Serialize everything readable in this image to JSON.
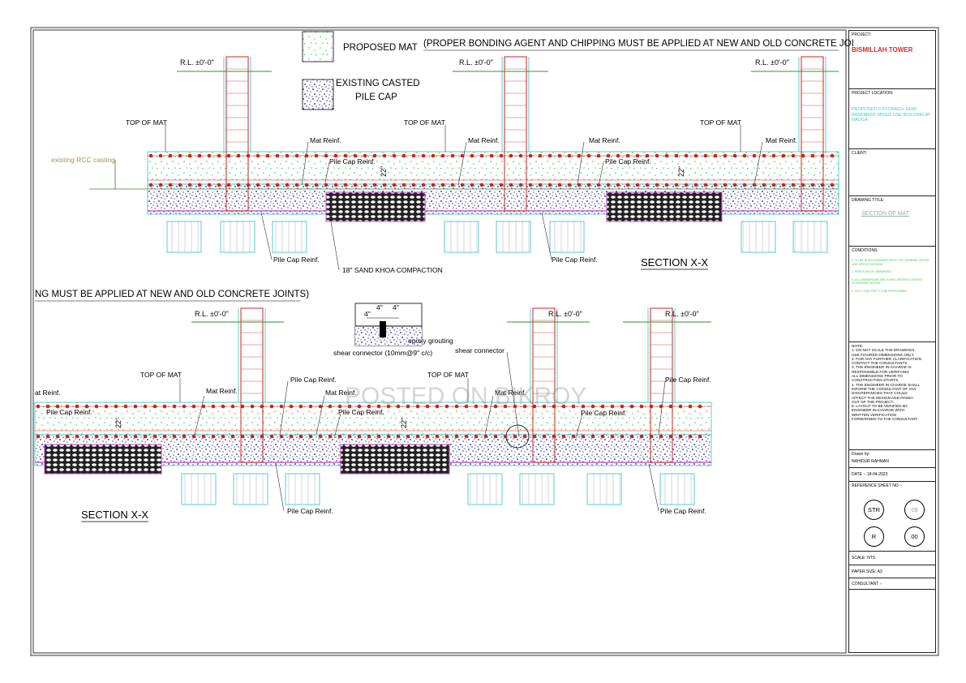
{
  "legend": {
    "proposed_mat": "PROPOSED MAT",
    "existing_line1": "EXISTING CASTED",
    "existing_line2": "PILE CAP"
  },
  "banner": {
    "top_text": "(PROPER BONDING AGENT AND CHIPPING MUST BE APPLIED AT NEW AND OLD CONCRETE JOI",
    "mid_text": "NG MUST BE APPLIED AT NEW AND OLD CONCRETE JOINTS)"
  },
  "labels": {
    "rl": "R.L. ±0'-0\"",
    "top_of_mat": "TOP OF MAT",
    "mat_reinf": "Mat Reinf.",
    "at_reinf": "at Reinf.",
    "pile_cap_reinf": "Pile Cap Reinf.",
    "existing_rcc": "existing RCC casting",
    "sand_khoa": "18\" SAND KHOA COMPACTION",
    "section": "SECTION X-X",
    "dim_22": "22\"",
    "shear_connector": "shear connector",
    "shear_connector_detail": "shear connector (10mm@9\" c/c)",
    "epoxy_grouting": "epoxy grouting",
    "dim_4": "4\"",
    "watermark": "POSTED ON BIKROY"
  },
  "title_block": {
    "project_label": "PROJECT:",
    "project_value": "BISMILLAH TOWER",
    "location_label": "PROJECT LOCATION:",
    "location_value": "PROPOSED 9-STORIED+ SEMI BASEMENT MIXED USE BUILDING AT NAOGA",
    "client_label": "CLIENT:",
    "drawing_title_label": "DRAWING TITLE:",
    "drawing_title_value": "SECTION OF MAT",
    "conditions_label": "CONDITIONS:",
    "conditions": [
      "1. TO BE IN ACCORDANCE WITH THE GENERAL NOTES AND SPECIFICATIONS",
      "2. REFER ARCH. DRAWINGS",
      "3. ALL DIMENSIONS ARE IN MILLIMETRES UNLESS OTHERWISE NOTED",
      "4. PILE LOAD TEST TO BE PERFORMED"
    ],
    "note_label": "NOTE:",
    "notes": [
      "1. DO NOT SCALE THE DRAWINGS,",
      "USE FIGURED DIMENSIONS ONLY.",
      "2. FOR ANY FURTHER CLARIFICATION",
      "CONTACT THE CONSULTANTS",
      "3. THE ENGINEER IN-CHARGE IS",
      "RESPONSIBLE FOR VERIFYING",
      "ALL DIMENSIONS PRIOR TO",
      "CONSTRUCTION STARTS.",
      "4. THE ENGINEER IN-CHARGE SHALL",
      "INFORM THE CONSULTANT OF ANY",
      "DISCREPANCIES THAT COULD",
      "AFFECT THE DESIGN AND FINISH",
      "OUT OF THE PROJECT.",
      "5. LAYOUT TO BE VERIFIED BY",
      "ENGINEER IN-CHARGE WITH",
      "WRITTEN  VERIFICATION",
      "FORWARDED TO THE CONSULTANT."
    ],
    "drawn_by_label": "Drawn by:",
    "drawn_by_value": "NAHIDUR RAHMAN",
    "date": "DATE :- 18-04-2023",
    "ref_label": "REFERENCE SHEET NO :-",
    "str": "STR",
    "sheet_no": "09",
    "r": "R",
    "rev": "00",
    "scale": "SCALE:    NTS",
    "paper": "PAPER SIZE:      A3",
    "consultant": "CONSULTANT :-"
  }
}
